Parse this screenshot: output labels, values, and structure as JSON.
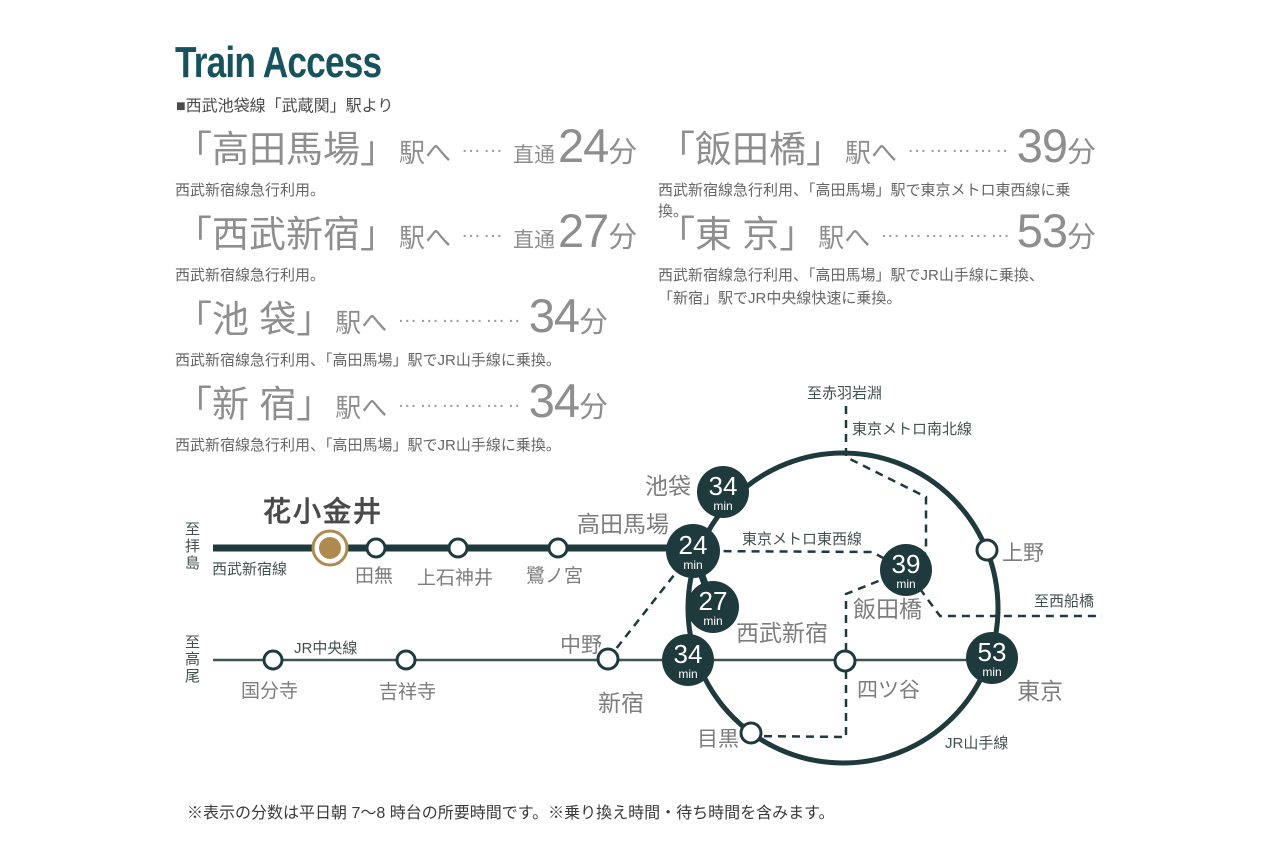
{
  "title": "Train Access",
  "subtitle": "■西武池袋線「武蔵関」駅より",
  "routes": [
    {
      "name": "「高田馬場」",
      "suffix": "駅へ",
      "leader": "……",
      "direct": "直通",
      "minutes": "24",
      "unit": "分",
      "note": "西武新宿線急行利用。"
    },
    {
      "name": "「西武新宿」",
      "suffix": "駅へ",
      "leader": "……",
      "direct": "直通",
      "minutes": "27",
      "unit": "分",
      "note": "西武新宿線急行利用。"
    },
    {
      "name": "「池 袋」",
      "suffix": "駅へ",
      "leader": "……………………",
      "direct": "",
      "minutes": "34",
      "unit": "分",
      "note": "西武新宿線急行利用、「高田馬場」駅でJR山手線に乗換。"
    },
    {
      "name": "「新 宿」",
      "suffix": "駅へ",
      "leader": "……………………",
      "direct": "",
      "minutes": "34",
      "unit": "分",
      "note": "西武新宿線急行利用、「高田馬場」駅でJR山手線に乗換。"
    },
    {
      "name": "「飯田橋」",
      "suffix": "駅へ",
      "leader": "……………………",
      "direct": "",
      "minutes": "39",
      "unit": "分",
      "note": "西武新宿線急行利用、「高田馬場」駅で東京メトロ東西線に乗換。"
    },
    {
      "name": "「東 京」",
      "suffix": "駅へ",
      "leader": "……………………",
      "direct": "",
      "minutes": "53",
      "unit": "分",
      "note": "西武新宿線急行利用、「高田馬場」駅でJR山手線に乗換、",
      "note2": "「新宿」駅でJR中央線快速に乗換。"
    }
  ],
  "map": {
    "lines": {
      "seibu_shinjuku": "西武新宿線",
      "jr_chuo": "JR中央線",
      "jr_yamanote": "JR山手線",
      "metro_tozai": "東京メトロ東西線",
      "metro_nanboku": "東京メトロ南北線"
    },
    "directions": {
      "haijima": "至拝島",
      "takao": "至高尾",
      "akabane_iwabuchi": "至赤羽岩淵",
      "nishi_funabashi": "至西船橋"
    },
    "home_station": "花小金井",
    "stations": {
      "takadanobaba": "高田馬場",
      "tanashi": "田無",
      "kamishakujii": "上石神井",
      "saginomiya": "鷺ノ宮",
      "ikebukuro": "池袋",
      "kokubunji": "国分寺",
      "kichijoji": "吉祥寺",
      "nakano": "中野",
      "shinjuku": "新宿",
      "seibu_shinjuku": "西武新宿",
      "yotsuya": "四ツ谷",
      "meguro": "目黒",
      "ueno": "上野",
      "iidabashi": "飯田橋",
      "tokyo": "東京"
    },
    "badges": {
      "ikebukuro": {
        "min": "34",
        "unit": "min"
      },
      "takadanobaba": {
        "min": "24",
        "unit": "min"
      },
      "seibu_shinjuku": {
        "min": "27",
        "unit": "min"
      },
      "shinjuku": {
        "min": "34",
        "unit": "min"
      },
      "iidabashi": {
        "min": "39",
        "unit": "min"
      },
      "tokyo": {
        "min": "53",
        "unit": "min"
      }
    }
  },
  "footnote": "※表示の分数は平日朝 7～8 時台の所要時間です。※乗り換え時間・待ち時間を含みます。",
  "colors": {
    "accent": "#17535d",
    "line": "#1f3a3d",
    "gold": "#ae8a50"
  }
}
